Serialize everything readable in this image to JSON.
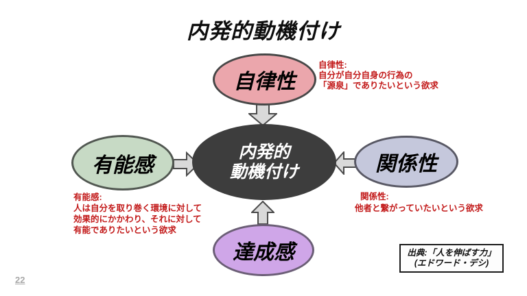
{
  "slide": {
    "title": "内発的動機付け",
    "page_number": "22",
    "background_color": "#ffffff"
  },
  "center_node": {
    "line1": "内発的",
    "line2": "動機付け",
    "fill": "#3d3d3d",
    "text_color": "#ffffff"
  },
  "nodes": {
    "autonomy": {
      "label": "自律性",
      "fill": "#eba6ac",
      "border": "#474747"
    },
    "competence": {
      "label": "有能感",
      "fill": "#c7dac5",
      "border": "#515751"
    },
    "relatedness": {
      "label": "関係性",
      "fill": "#c5c8dc",
      "border": "#585864"
    },
    "achievement": {
      "label": "達成感",
      "fill": "#cfa6e8",
      "border": "#6b5e76"
    }
  },
  "notes": {
    "text_color": "#c21919",
    "autonomy": {
      "lines": [
        "自律性:",
        "自分が自分自身の行為の",
        "「源泉」でありたいという欲求"
      ]
    },
    "competence": {
      "lines": [
        "有能感:",
        "人は自分を取り巻く環境に対して",
        "効果的にかかわり、それに対して",
        "有能でありたいという欲求"
      ]
    },
    "relatedness": {
      "lines": [
        "関係性:",
        "他者と繋がっていたいという欲求"
      ]
    }
  },
  "citation": {
    "lines": [
      "出典:「人を伸ばす力」",
      "(エドワード・デシ)"
    ]
  },
  "arrows": {
    "fill": "#d9d9d9",
    "stroke": "#4a4a4a"
  }
}
